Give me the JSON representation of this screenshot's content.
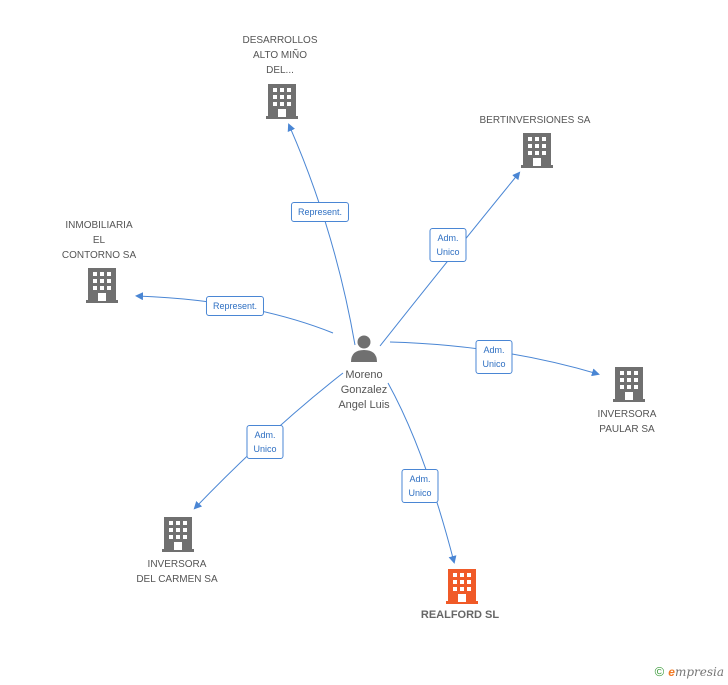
{
  "colors": {
    "edge": "#4a86d4",
    "building": "#707070",
    "building_focus": "#f05a28",
    "person": "#707070"
  },
  "center": {
    "name": "Moreno\nGonzalez\nAngel Luis",
    "icon": "person-icon"
  },
  "nodes": {
    "desarrollos": {
      "name": "DESARROLLOS\nALTO MIÑO\nDEL...",
      "icon": "building-icon"
    },
    "bertinversiones": {
      "name": "BERTINVERSIONES SA",
      "icon": "building-icon"
    },
    "inmobiliaria": {
      "name": "INMOBILIARIA\nEL\nCONTORNO SA",
      "icon": "building-icon"
    },
    "paular": {
      "name": "INVERSORA\nPAULAR SA",
      "icon": "building-icon"
    },
    "carmen": {
      "name": "INVERSORA\nDEL CARMEN SA",
      "icon": "building-icon"
    },
    "realford": {
      "name": "REALFORD SL",
      "icon": "building-icon"
    }
  },
  "edges": {
    "desarrollos": "Represent.",
    "inmobiliaria": "Represent.",
    "bertinversiones": "Adm.\nUnico",
    "paular": "Adm.\nUnico",
    "carmen": "Adm.\nUnico",
    "realford": "Adm.\nUnico"
  },
  "footer": {
    "copyright": "©",
    "brand_e": "e",
    "brand_rest": "mpresia"
  }
}
